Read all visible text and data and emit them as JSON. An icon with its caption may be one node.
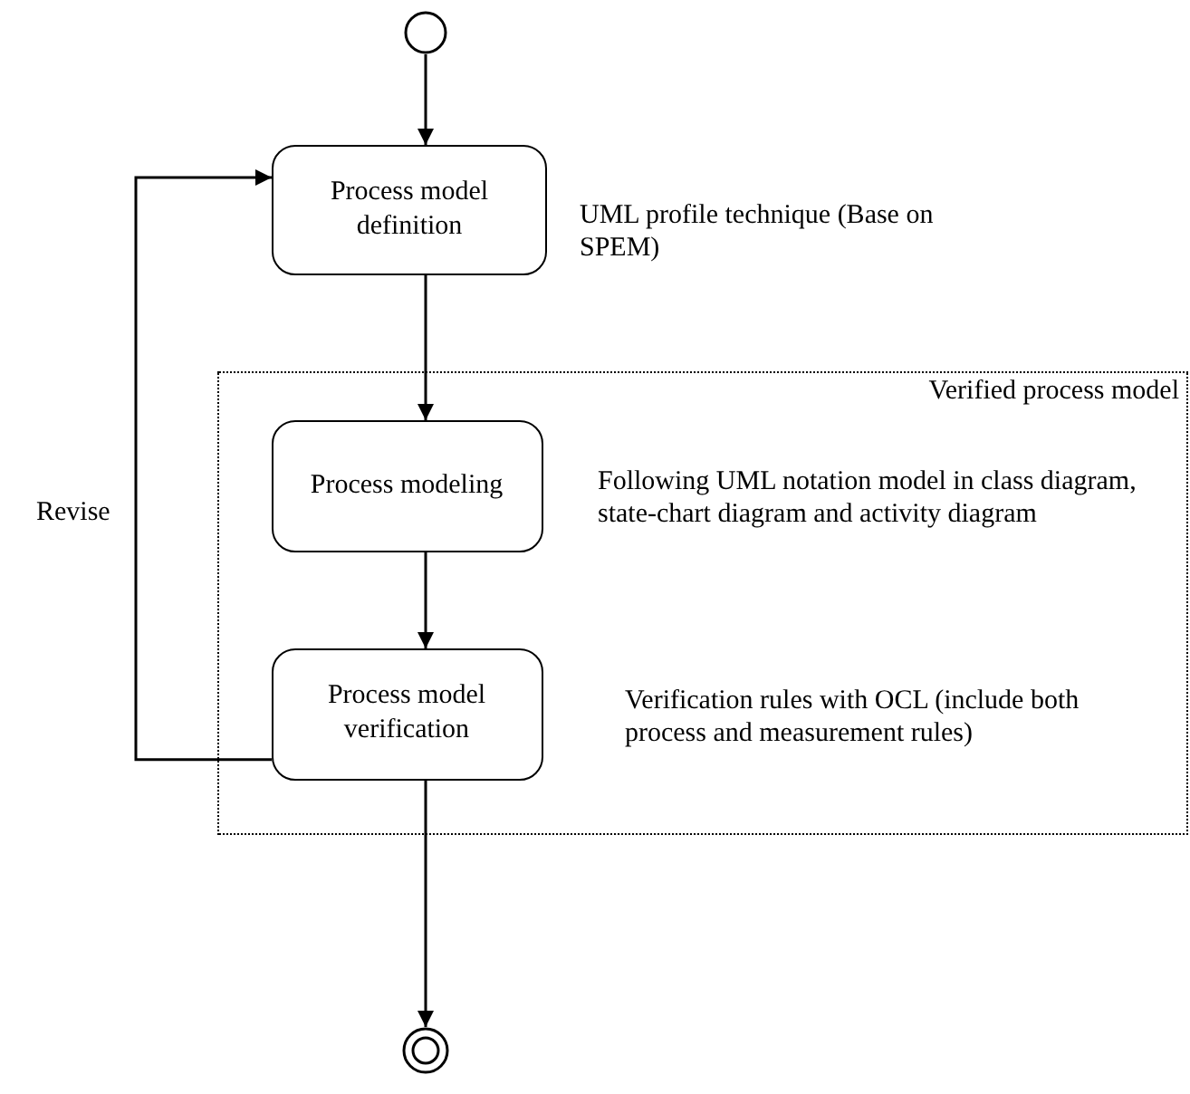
{
  "diagram": {
    "nodes": [
      {
        "text": [],
        "shape": "circle"
      },
      {
        "text": [
          "Process model definition"
        ],
        "beside": [
          "UML profile technique (Base on SPEM)"
        ]
      },
      {
        "text": [
          "Verified process model"
        ]
      },
      {
        "text": [
          "Process modeling"
        ],
        "in": 2,
        "beside": [
          "Following UML notation model in class diagram, state-chart diagram and activity diagram"
        ]
      },
      {
        "text": [
          "Process model verification"
        ],
        "in": 2,
        "beside": [
          "Verification rules with OCL (include both process and measurement rules)"
        ]
      },
      {
        "text": [],
        "shape": "circle"
      }
    ],
    "edges": [
      {
        "from": 0,
        "to": 1,
        "arrow": "to"
      },
      {
        "from": 1,
        "to": 3,
        "arrow": "to"
      },
      {
        "from": 3,
        "to": 4,
        "arrow": "to"
      },
      {
        "from": 4,
        "to": 5,
        "arrow": "to"
      },
      {
        "from": 4,
        "to": 1,
        "arrow": "to",
        "label": "Revise"
      }
    ]
  }
}
